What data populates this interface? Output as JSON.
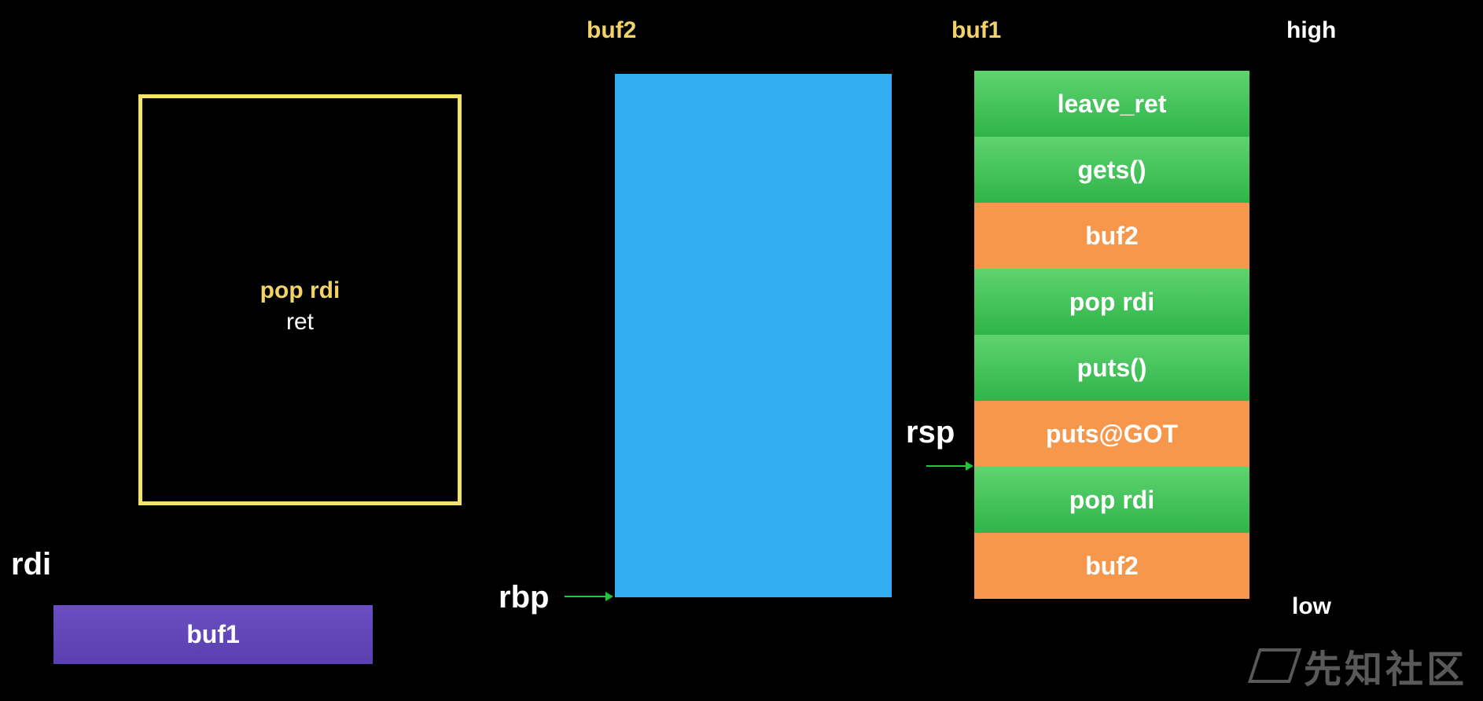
{
  "labels": {
    "buf2": "buf2",
    "buf1": "buf1",
    "high": "high",
    "low": "low",
    "rdi": "rdi",
    "rbp": "rbp",
    "rsp": "rsp"
  },
  "code_box": {
    "line1": "pop rdi",
    "line2": "ret"
  },
  "rdi_value": "buf1",
  "stack_cells": [
    {
      "text": "leave_ret",
      "kind": "green"
    },
    {
      "text": "gets()",
      "kind": "green"
    },
    {
      "text": "buf2",
      "kind": "orange"
    },
    {
      "text": "pop rdi",
      "kind": "green"
    },
    {
      "text": "puts()",
      "kind": "green"
    },
    {
      "text": "puts@GOT",
      "kind": "orange"
    },
    {
      "text": "pop rdi",
      "kind": "green"
    },
    {
      "text": "buf2",
      "kind": "orange"
    }
  ],
  "watermark": "先知社区",
  "colors": {
    "background": "#000000",
    "gadget_border": "#f2e46a",
    "buf2_block": "#34acf2",
    "rdi_bar": "#5a3fb0",
    "green_cell": "#3fbf55",
    "orange_cell": "#f7974b",
    "arrow": "#21c43a"
  }
}
